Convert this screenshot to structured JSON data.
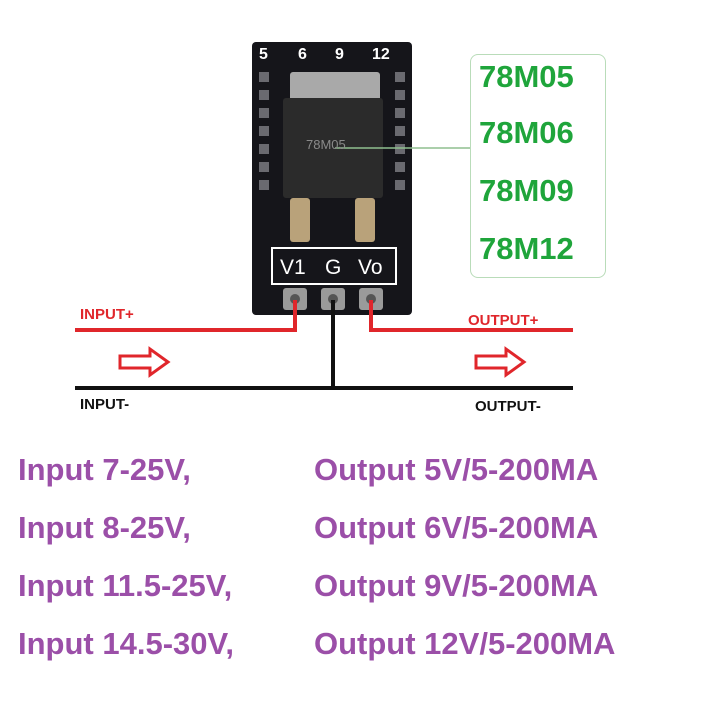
{
  "board": {
    "top_labels": [
      "5",
      "6",
      "9",
      "12"
    ],
    "pin_labels": [
      "V1",
      "G",
      "Vo"
    ],
    "chip_marking": "78M05"
  },
  "chips": [
    "78M05",
    "78M06",
    "78M09",
    "78M12"
  ],
  "wiring": {
    "input_pos": "INPUT+",
    "input_neg": "INPUT-",
    "output_pos": "OUTPUT+",
    "output_neg": "OUTPUT-"
  },
  "specs": [
    {
      "input": "Input 7-25V,",
      "output": "Output 5V/5-200MA"
    },
    {
      "input": "Input 8-25V,",
      "output": "Output 6V/5-200MA"
    },
    {
      "input": "Input 11.5-25V,",
      "output": "Output 9V/5-200MA"
    },
    {
      "input": "Input 14.5-30V,",
      "output": "Output 12V/5-200MA"
    }
  ],
  "colors": {
    "board": "#15151a",
    "wire_positive": "#e0262b",
    "wire_negative": "#111111",
    "chip_text": "#1fa53b",
    "spec_text": "#9b4fa8"
  }
}
